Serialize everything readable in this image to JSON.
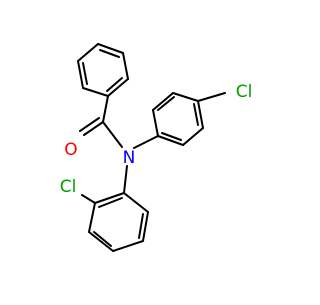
{
  "molecule": {
    "atoms": {
      "oxygen": "O",
      "nitrogen": "N",
      "chlorine_para": "Cl",
      "chlorine_ortho": "Cl"
    },
    "colors": {
      "oxygen": "#ff0000",
      "nitrogen": "#0000ff",
      "chlorine": "#00a000",
      "bond": "#000000",
      "background": "#ffffff"
    }
  }
}
